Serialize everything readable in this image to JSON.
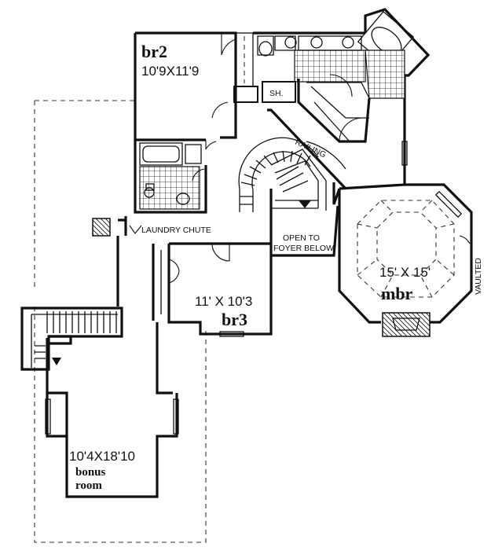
{
  "rooms": {
    "br2": {
      "name": "br2",
      "dims": "10'9X11'9"
    },
    "br3": {
      "name": "br3",
      "dims": "11' X 10'3"
    },
    "mbr": {
      "name": "mbr",
      "dims": "15' X 15'"
    },
    "bonus": {
      "name_line1": "bonus",
      "name_line2": "room",
      "dims": "10'4X18'10"
    }
  },
  "labels": {
    "shower": "SH.",
    "railing": "RAILING",
    "laundry": "LAUNDRY CHUTE",
    "open_line1": "OPEN TO",
    "open_line2": "FOYER BELOW",
    "vaulted": "VAULTED"
  }
}
